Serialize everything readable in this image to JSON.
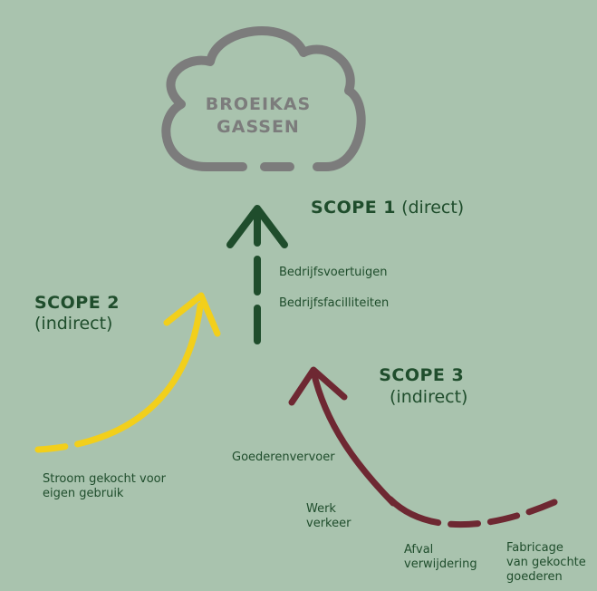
{
  "cloud": {
    "line1": "BROEIKAS",
    "line2": "GASSEN"
  },
  "scope1": {
    "title": "SCOPE 1",
    "qualifier": "(direct)",
    "items": [
      "Bedrijfsvoertuigen",
      "Bedrijfsfacilliteiten"
    ]
  },
  "scope2": {
    "title": "SCOPE 2",
    "qualifier": "(indirect)",
    "items": [
      "Stroom gekocht voor",
      "eigen gebruik"
    ]
  },
  "scope3": {
    "title": "SCOPE 3",
    "qualifier": "(indirect)",
    "items": {
      "goods_transport": "Goederenvervoer",
      "commute_1": "Werk",
      "commute_2": "verkeer",
      "waste_1": "Afval",
      "waste_2": "verwijdering",
      "manufacturing_1": "Fabricage",
      "manufacturing_2": "van gekochte",
      "manufacturing_3": "goederen"
    }
  },
  "colors": {
    "background": "#a9c3ae",
    "cloud": "#7c7c7c",
    "scope1": "#1f4d2c",
    "scope2": "#f2cf1b",
    "scope3": "#6e2832",
    "text": "#1f4d2c"
  }
}
